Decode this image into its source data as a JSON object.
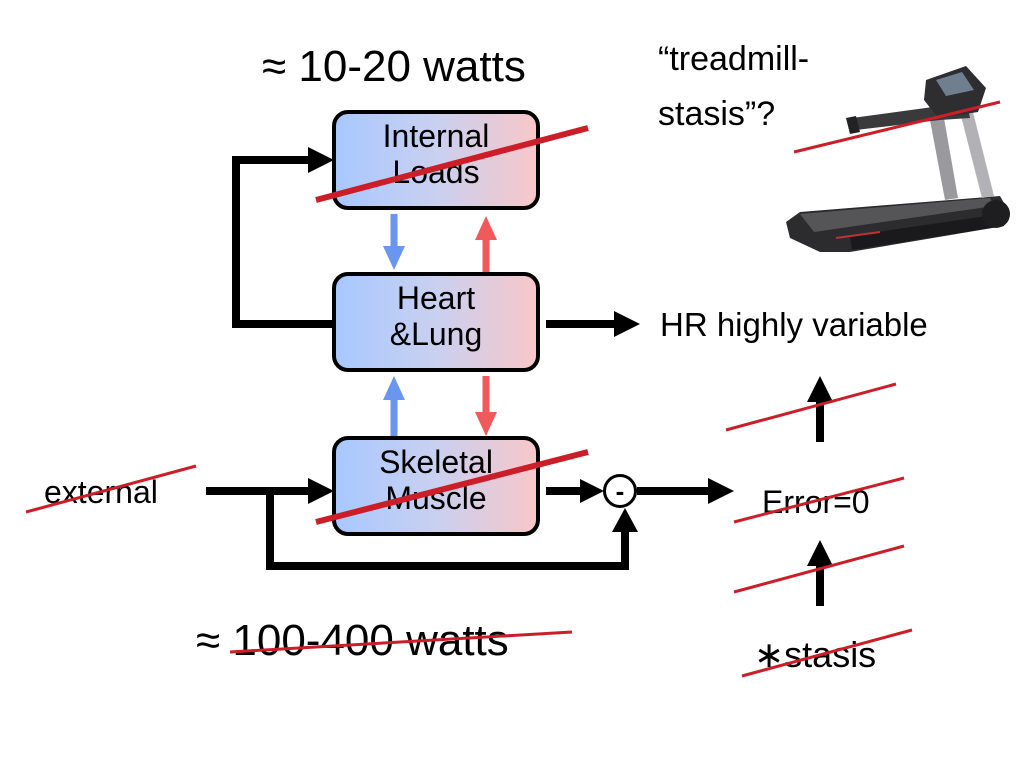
{
  "top_power": "≈ 10-20 watts",
  "bottom_power": "≈ 100-400 watts",
  "treadmill_note": {
    "line1": "“treadmill-",
    "line2": "stasis”?"
  },
  "boxes": {
    "internal_loads": {
      "line1": "Internal",
      "line2": "Loads"
    },
    "heart_lung": {
      "line1": "Heart",
      "line2": "&Lung"
    },
    "skeletal_muscle": {
      "line1": "Skeletal",
      "line2": "Muscle"
    }
  },
  "external_label": "external",
  "comparator_sign": "-",
  "hr_label": "HR highly variable",
  "error_label": "Error=0",
  "stasis_label": "∗stasis",
  "colors": {
    "line": "#000000",
    "strike": "#cc1e28",
    "blue_arrow": "#6a96f0",
    "red_arrow": "#f05a5a",
    "box_left": "#a8c8ff",
    "box_right": "#f8c7c9"
  }
}
